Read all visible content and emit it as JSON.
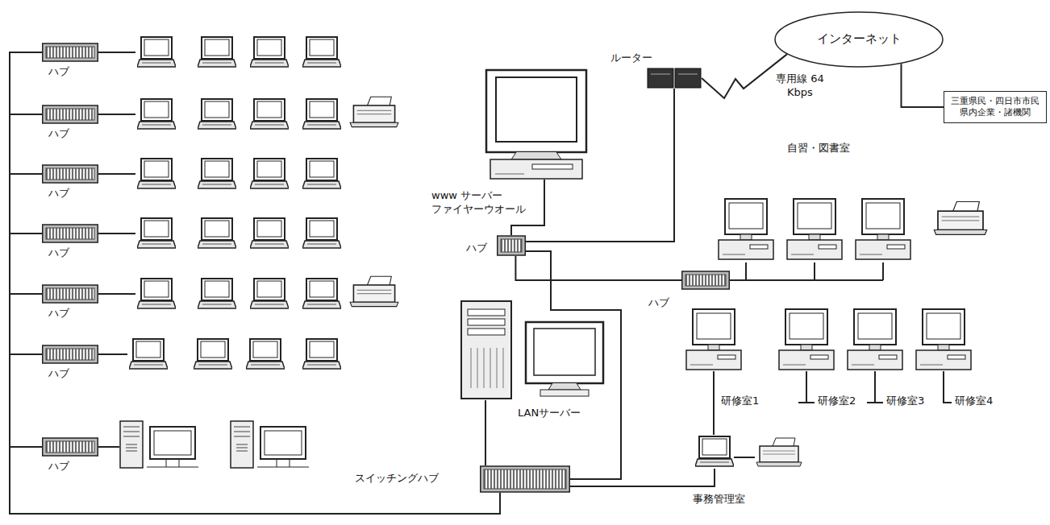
{
  "diagram": {
    "nodes": [
      {
        "text": [
          "インターネット"
        ]
      },
      {
        "text": [
          "三重県民・四日市市民 県内企業・諸機関"
        ]
      },
      {
        "text": [
          "ルーター"
        ]
      },
      {
        "text": [
          "www サーバー ファイヤーウオール"
        ]
      },
      {
        "text": [
          "ハブ"
        ]
      },
      {
        "text": [
          "ハブ"
        ]
      },
      {
        "text": [
          "LANサーバー"
        ]
      },
      {
        "text": [
          "スイッチングハブ"
        ]
      },
      {
        "text": [
          "ハブ"
        ]
      },
      {
        "text": [
          "ハブ"
        ]
      },
      {
        "text": [
          "ハブ"
        ]
      },
      {
        "text": [
          "ハブ"
        ]
      },
      {
        "text": [
          "ハブ"
        ]
      },
      {
        "text": [
          "ハブ"
        ]
      },
      {
        "text": [
          "ハブ"
        ]
      }
    ],
    "edges": [
      {
        "from": 0,
        "to": 1,
        "arrow": "none"
      },
      {
        "from": 2,
        "to": 0,
        "label": "専用線 64 Kbps",
        "arrow": "none"
      },
      {
        "from": 3,
        "to": 4,
        "arrow": "none"
      },
      {
        "from": 4,
        "to": 2,
        "arrow": "none"
      },
      {
        "from": 4,
        "to": 5,
        "arrow": "none"
      },
      {
        "from": 4,
        "to": 7,
        "arrow": "none"
      },
      {
        "from": 6,
        "to": 7,
        "arrow": "none"
      },
      {
        "from": 7,
        "to": 8,
        "arrow": "none"
      },
      {
        "from": 7,
        "to": 9,
        "arrow": "none"
      },
      {
        "from": 7,
        "to": 10,
        "arrow": "none"
      },
      {
        "from": 7,
        "to": 11,
        "arrow": "none"
      },
      {
        "from": 7,
        "to": 12,
        "arrow": "none"
      },
      {
        "from": 7,
        "to": 13,
        "arrow": "none"
      },
      {
        "from": 7,
        "to": 14,
        "arrow": "none"
      }
    ],
    "labels": [
      "自習・図書室",
      "研修室1",
      "研修室2",
      "研修室3",
      "研修室4",
      "事務管理室"
    ]
  }
}
